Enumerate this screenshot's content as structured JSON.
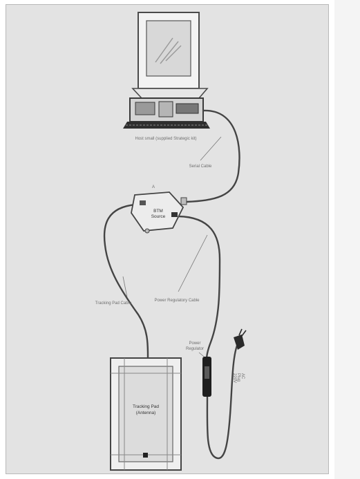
{
  "labels": {
    "computer_caption": "Host small (supplied Strategic kit)",
    "serial_cable": "Serial Cable",
    "junction_box_line1": "BTM",
    "junction_box_line2": "Source",
    "tracking_pad_cable": "Tracking Pad Cable",
    "power_supply_cable": "Power Regulatory Cable",
    "power_regulator_line1": "Power",
    "power_regulator_line2": "Regulator",
    "tracking_pad_line1": "Tracking Pad",
    "tracking_pad_line2": "(Antenna)",
    "plug_line1": "AC",
    "plug_line2": "Plug",
    "plug_line3": "220V",
    "junction_marker": "A"
  },
  "colors": {
    "background": "#e3e3e3",
    "cable": "#444444",
    "device_outline": "#4a4a4a",
    "device_fill": "#f1f1f1"
  }
}
